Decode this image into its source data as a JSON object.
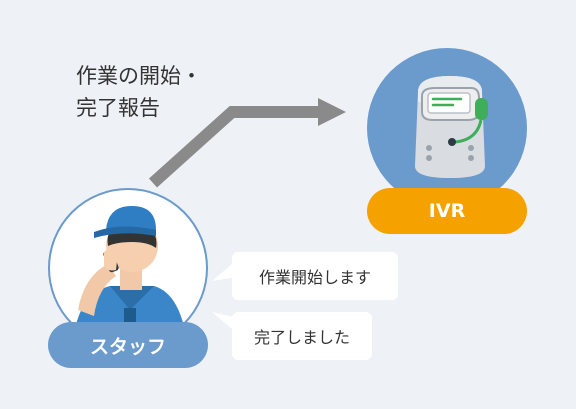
{
  "caption": {
    "line1": "作業の開始・",
    "line2": "完了報告"
  },
  "ivr": {
    "label": "IVR",
    "circle_color": "#6b9bcc",
    "label_color": "#f5a100"
  },
  "staff": {
    "label": "スタッフ",
    "circle_border_color": "#6b9bcc",
    "label_color": "#6b9bcc"
  },
  "messages": [
    {
      "text": "作業開始します"
    },
    {
      "text": "完了しました"
    }
  ],
  "icons": {
    "arrow": "arrow-right-icon",
    "robot": "robot-headset-icon",
    "person": "staff-phone-icon"
  }
}
